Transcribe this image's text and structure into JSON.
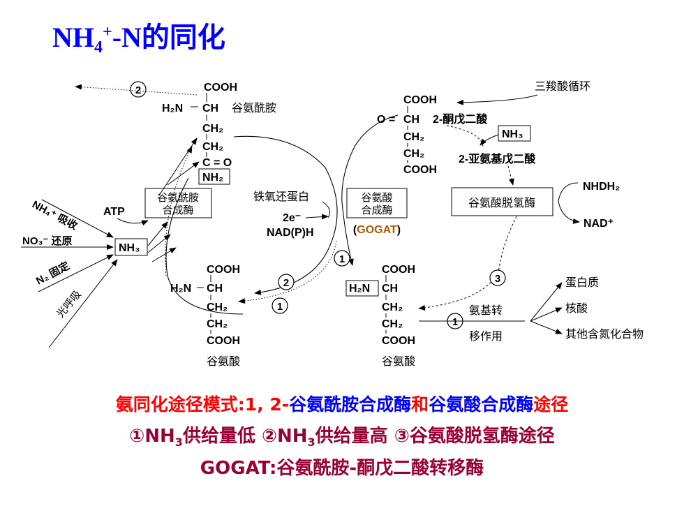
{
  "title": {
    "main": "NH",
    "sub": "4",
    "sup": "+",
    "rest": "-N的同化"
  },
  "glutamine": {
    "cooh": "COOH",
    "h2n": "H₂N",
    "ch": "CH",
    "ch2a": "CH₂",
    "ch2b": "CH₂",
    "co": "C = O",
    "nh2": "NH₂",
    "name": "谷氨酰胺"
  },
  "ketoglutarate": {
    "cooh": "COOH",
    "o": "O =",
    "ch": "CH",
    "name": "2-酮戊二酸",
    "ch2a": "CH₂",
    "ch2b": "CH₂",
    "cooh2": "COOH"
  },
  "nh3_box_right": "NH₃",
  "imino_label": "2-亚氨基戊二酸",
  "tca_label": "三羧酸循环",
  "gs_box": [
    "谷氨酰胺",
    "合成酶"
  ],
  "gogat_box": [
    "谷氨酸",
    "合成酶"
  ],
  "gogat_abbr": "GOGAT",
  "gdh_box": "谷氨酸脱氢酶",
  "ferredoxin": "铁氧还蛋白",
  "two_e": "2e⁻",
  "nadph": "NAD(P)H",
  "nhdh2": "NHDH₂",
  "nad": "NAD⁺",
  "atp": "ATP",
  "nh3_box_left": "NH₃",
  "sources": [
    "NH₄⁺ 吸收",
    "NO₃⁻ 还原",
    "N₂ 固定",
    "光呼吸"
  ],
  "glutamate_left": {
    "cooh": "COOH",
    "h2n": "H₂N",
    "ch": "CH",
    "ch2a": "CH₂",
    "ch2b": "CH₂",
    "cooh2": "COOH",
    "name": "谷氨酸"
  },
  "glutamate_right": {
    "cooh": "COOH",
    "h2n": "H₂N",
    "ch": "CH",
    "ch2a": "CH₂",
    "ch2b": "CH₂",
    "cooh2": "COOH",
    "name": "谷氨酸"
  },
  "transamination": [
    "氨基转",
    "移作用"
  ],
  "products": [
    "蛋白质",
    "核酸",
    "其他含氮化合物"
  ],
  "markers": {
    "one": "1",
    "two": "2",
    "three": "3",
    "circ_two": "②"
  },
  "footer": {
    "line1_a": "氨同化途径模式:1, 2-",
    "line1_b": "谷氨酰胺合成酶",
    "line1_c": "和",
    "line1_d": "谷氨酸合成酶",
    "line1_e": "途径",
    "line2_a": "①NH",
    "line2_a_sub": "3",
    "line2_b": "供给量低  ②NH",
    "line2_b_sub": "3",
    "line2_c": "供给量高  ③谷氨酸脱氢酶途径",
    "line3": "GOGAT:谷氨酰胺-酮戊二酸转移酶"
  },
  "colors": {
    "title": "#0000ff",
    "footer": "#990033",
    "accent_red": "#ff0000",
    "gogat": "#b35900"
  }
}
